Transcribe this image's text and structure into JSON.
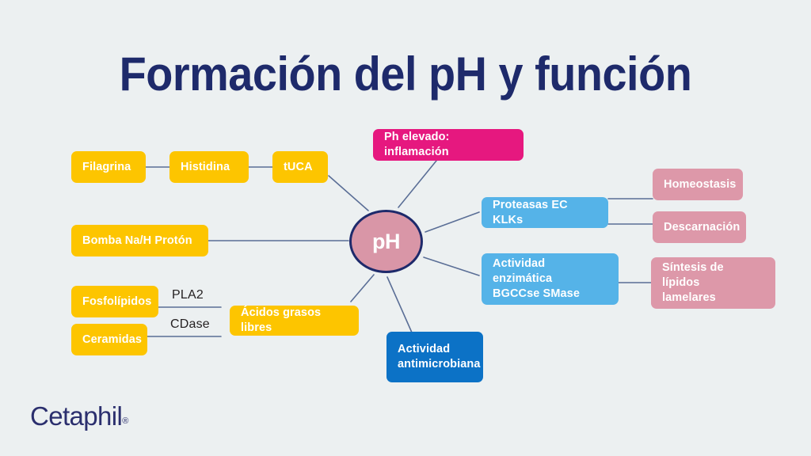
{
  "slide": {
    "background_color": "#ecf0f1",
    "title": "Formación del pH y función",
    "title_color": "#1e2a6b"
  },
  "center": {
    "label": "pH",
    "fill_color": "#d996a7",
    "border_color": "#1e2a6b"
  },
  "nodes": {
    "filagrina": "Filagrina",
    "histidina": "Histidina",
    "tuca": "tUCA",
    "bomba": "Bomba Na/H Protón",
    "fosfolipidos": "Fosfolípidos",
    "ceramidas": "Ceramidas",
    "acidos_grasos": "Ácidos grasos libres",
    "ph_elevado": "Ph elevado: inflamación",
    "proteasas": "Proteasas EC KLKs",
    "actividad_enzimatica_l1": "Actividad enzimática",
    "actividad_enzimatica_l2": "BGCCse SMase",
    "actividad_antimicrobiana_l1": "Actividad",
    "actividad_antimicrobiana_l2": "antimicrobiana",
    "homeostasis": "Homeostasis",
    "descarnacion": "Descarnación",
    "sintesis_l1": "Síntesis de lípidos",
    "sintesis_l2": "lamelares"
  },
  "enzymes": {
    "pla2": "PLA2",
    "cdase": "CDase"
  },
  "colors": {
    "yellow": "#fdc500",
    "magenta": "#e6187f",
    "light_blue": "#55b3e8",
    "dark_blue": "#0c72c6",
    "rose": "#dd98a9",
    "connector": "#5a6e96",
    "navy": "#1e2a6b"
  },
  "brand": {
    "name": "Cetaphil",
    "registered_mark": "®"
  }
}
